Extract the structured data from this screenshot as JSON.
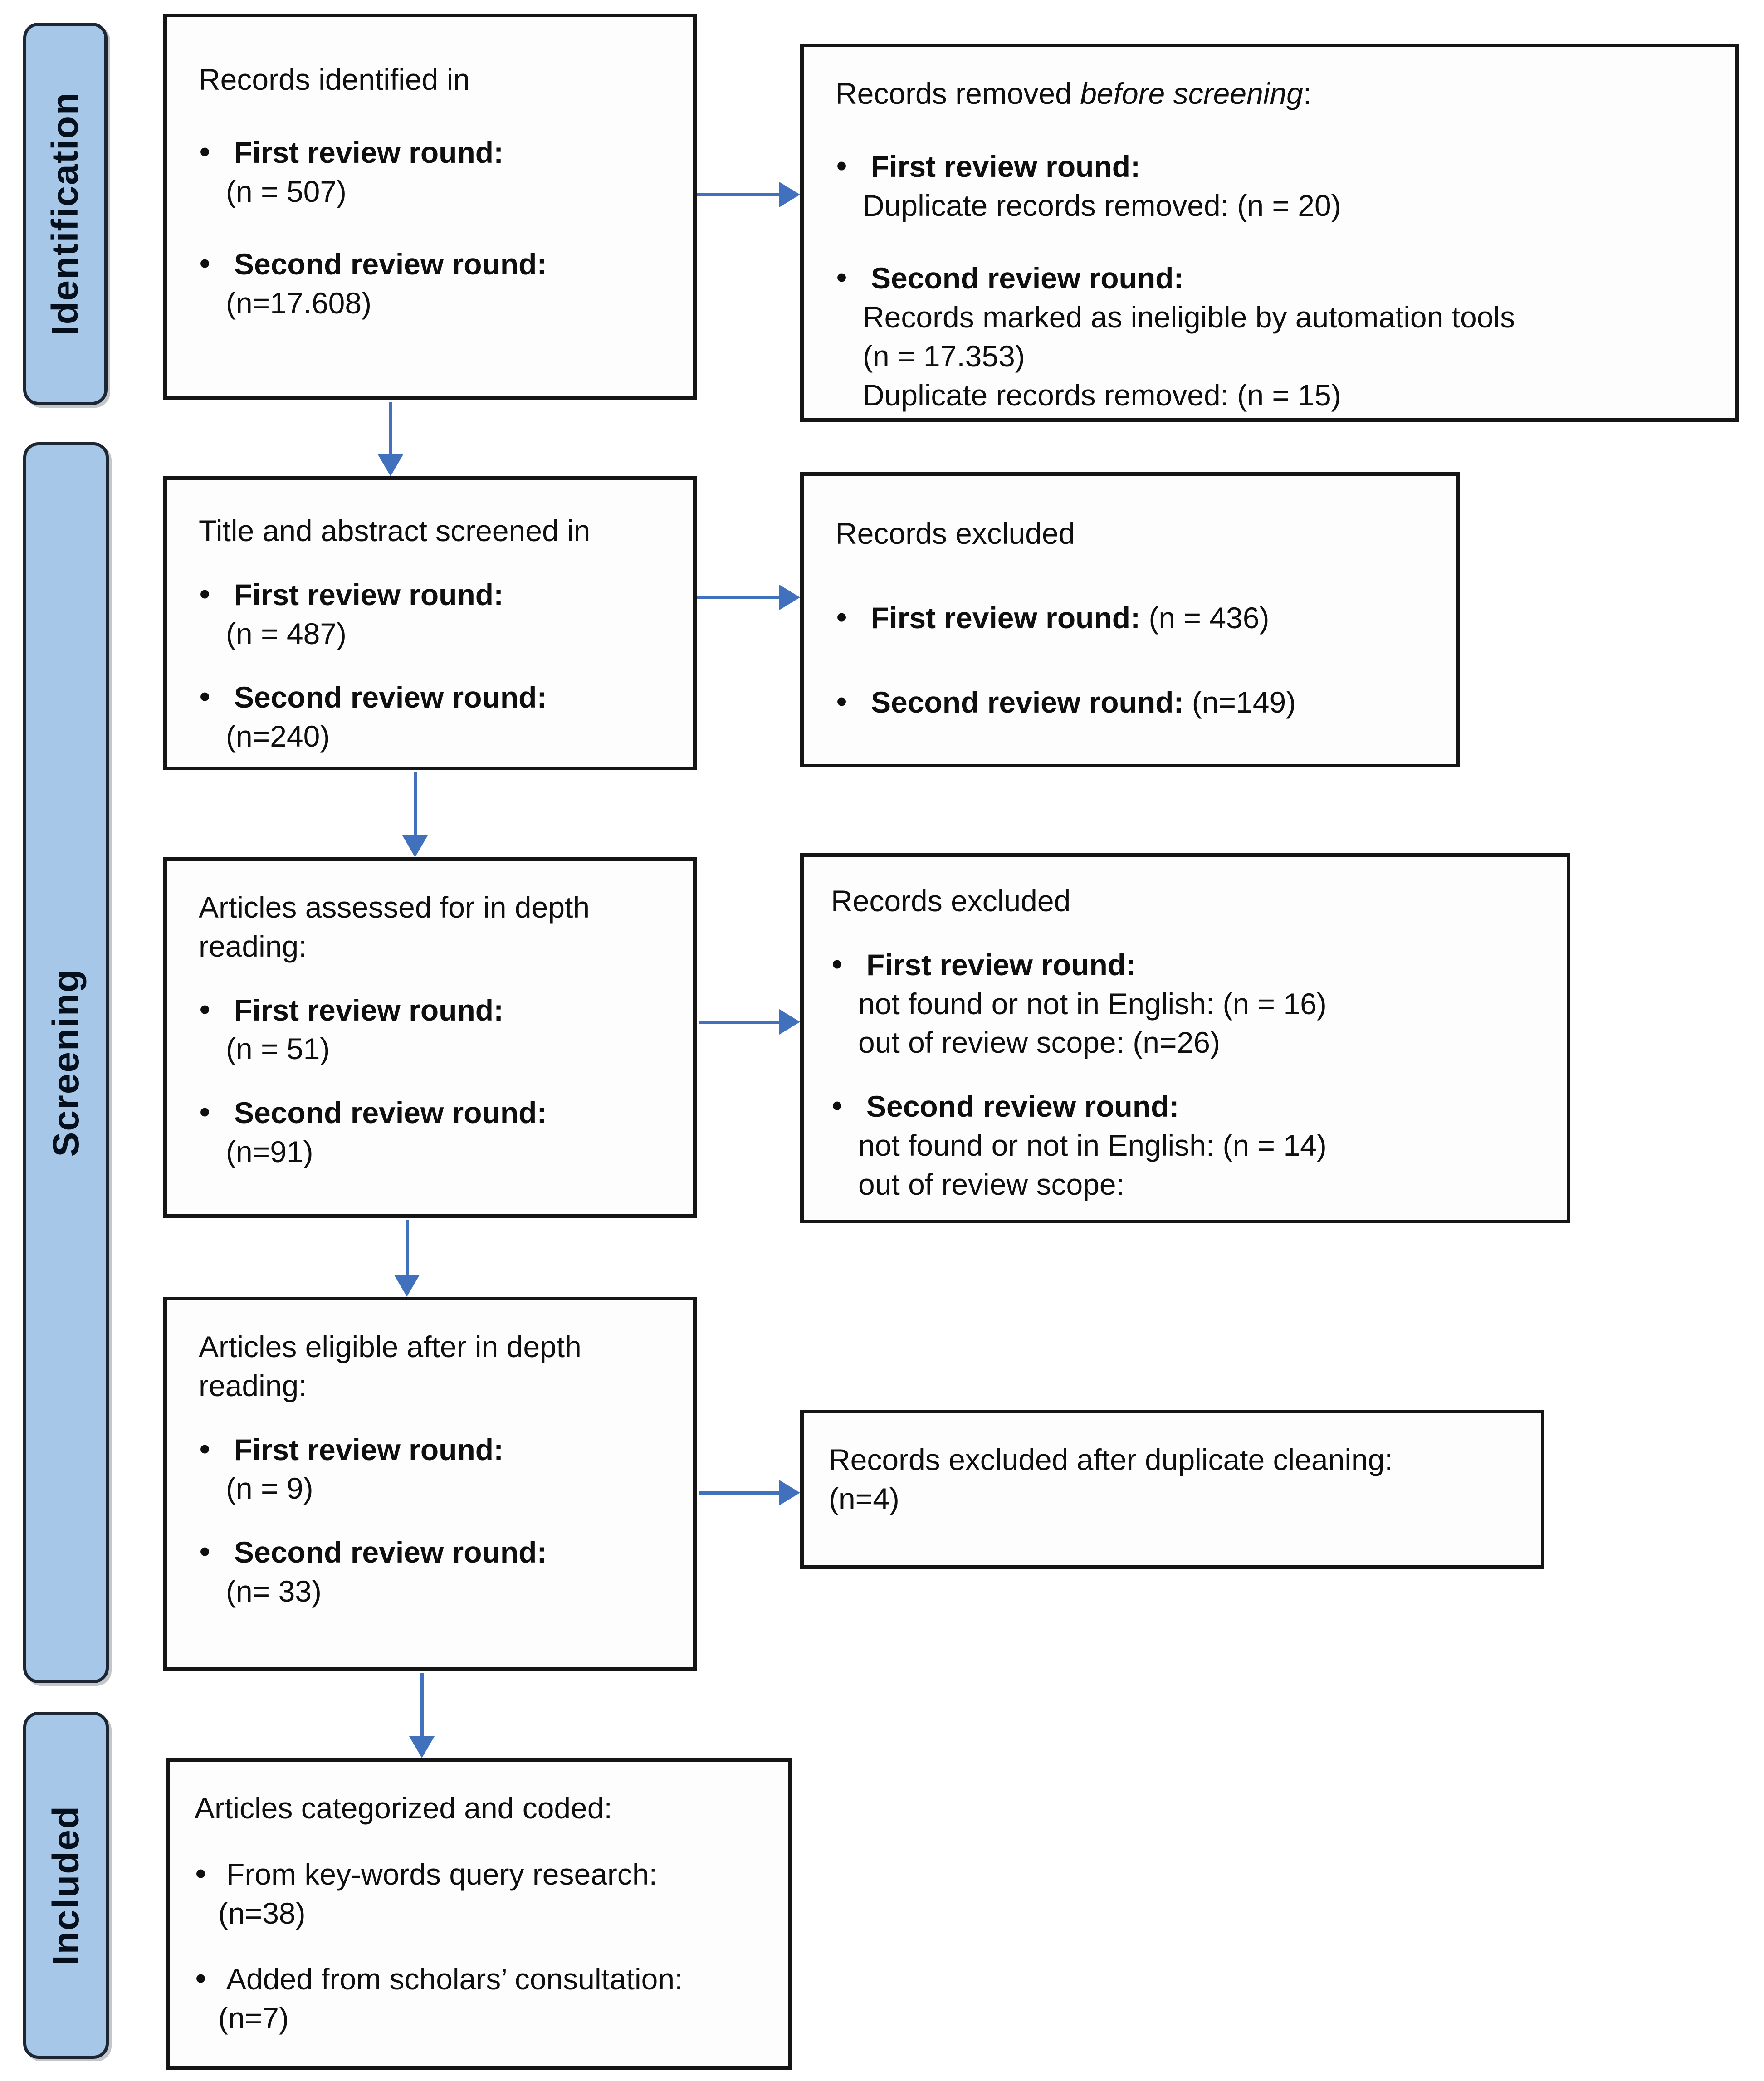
{
  "palette": {
    "arrow_blue": "#4170bd",
    "stage_fill": "#a6c7e8",
    "stage_border": "#1d2733",
    "box_border": "#151515"
  },
  "glyphs": {
    "bullet": "•"
  },
  "stages": {
    "identification": "Identification",
    "screening": "Screening",
    "included": "Included"
  },
  "boxes": {
    "identified": {
      "title": "Records identified in",
      "bullets": [
        {
          "label": "First review round:",
          "line1": "(n = 507)"
        },
        {
          "label": "Second review round:",
          "line1": "(n=17.608)"
        }
      ]
    },
    "removed_before_screening": {
      "title_regular": "Records removed ",
      "title_italic": "before screening",
      "title_suffix": ":",
      "bullets": [
        {
          "label": "First review round:",
          "line1": "Duplicate records removed: (n = 20)"
        },
        {
          "label": "Second review round:",
          "line1": "Records marked as ineligible by automation tools",
          "line2": "(n = 17.353)",
          "line3": "Duplicate records removed: (n = 15)"
        }
      ]
    },
    "screened": {
      "title": "Title and abstract screened in",
      "bullets": [
        {
          "label": "First review round:",
          "line1": "(n = 487)"
        },
        {
          "label": "Second review round:",
          "line1": "(n=240)"
        }
      ]
    },
    "excluded_screening": {
      "title": "Records excluded",
      "bullets": [
        {
          "label": "First review round:",
          "inline": " (n = 436)"
        },
        {
          "label": "Second review round:",
          "inline": "  (n=149)"
        }
      ]
    },
    "assessed": {
      "title_line1": "Articles assessed for in depth",
      "title_line2": "reading:",
      "bullets": [
        {
          "label": "First review round:",
          "line1": "(n = 51)"
        },
        {
          "label": "Second review round:",
          "line1": "(n=91)"
        }
      ]
    },
    "excluded_assessment": {
      "title": "Records excluded",
      "bullets": [
        {
          "label": "First review round:",
          "line1": "not found or not in English: (n = 16)",
          "line2": "out of review scope: (n=26)"
        },
        {
          "label": "Second review round:",
          "line1": "not found or not in English: (n = 14)",
          "line2": "out of review scope:"
        }
      ]
    },
    "eligible": {
      "title_line1": "Articles eligible after in depth",
      "title_line2": "reading:",
      "bullets": [
        {
          "label": "First review round:",
          "line1": "(n = 9)"
        },
        {
          "label": "Second review round:",
          "line1": "(n= 33)"
        }
      ]
    },
    "excluded_duplicates": {
      "line1": "Records excluded after duplicate cleaning:",
      "line2": "(n=4)"
    },
    "categorized": {
      "title": "Articles categorized and coded:",
      "bullets": [
        {
          "label": "From key-words query research:",
          "line1": "(n=38)"
        },
        {
          "label": "Added from scholars’ consultation:",
          "line1": "(n=7)"
        }
      ]
    }
  }
}
